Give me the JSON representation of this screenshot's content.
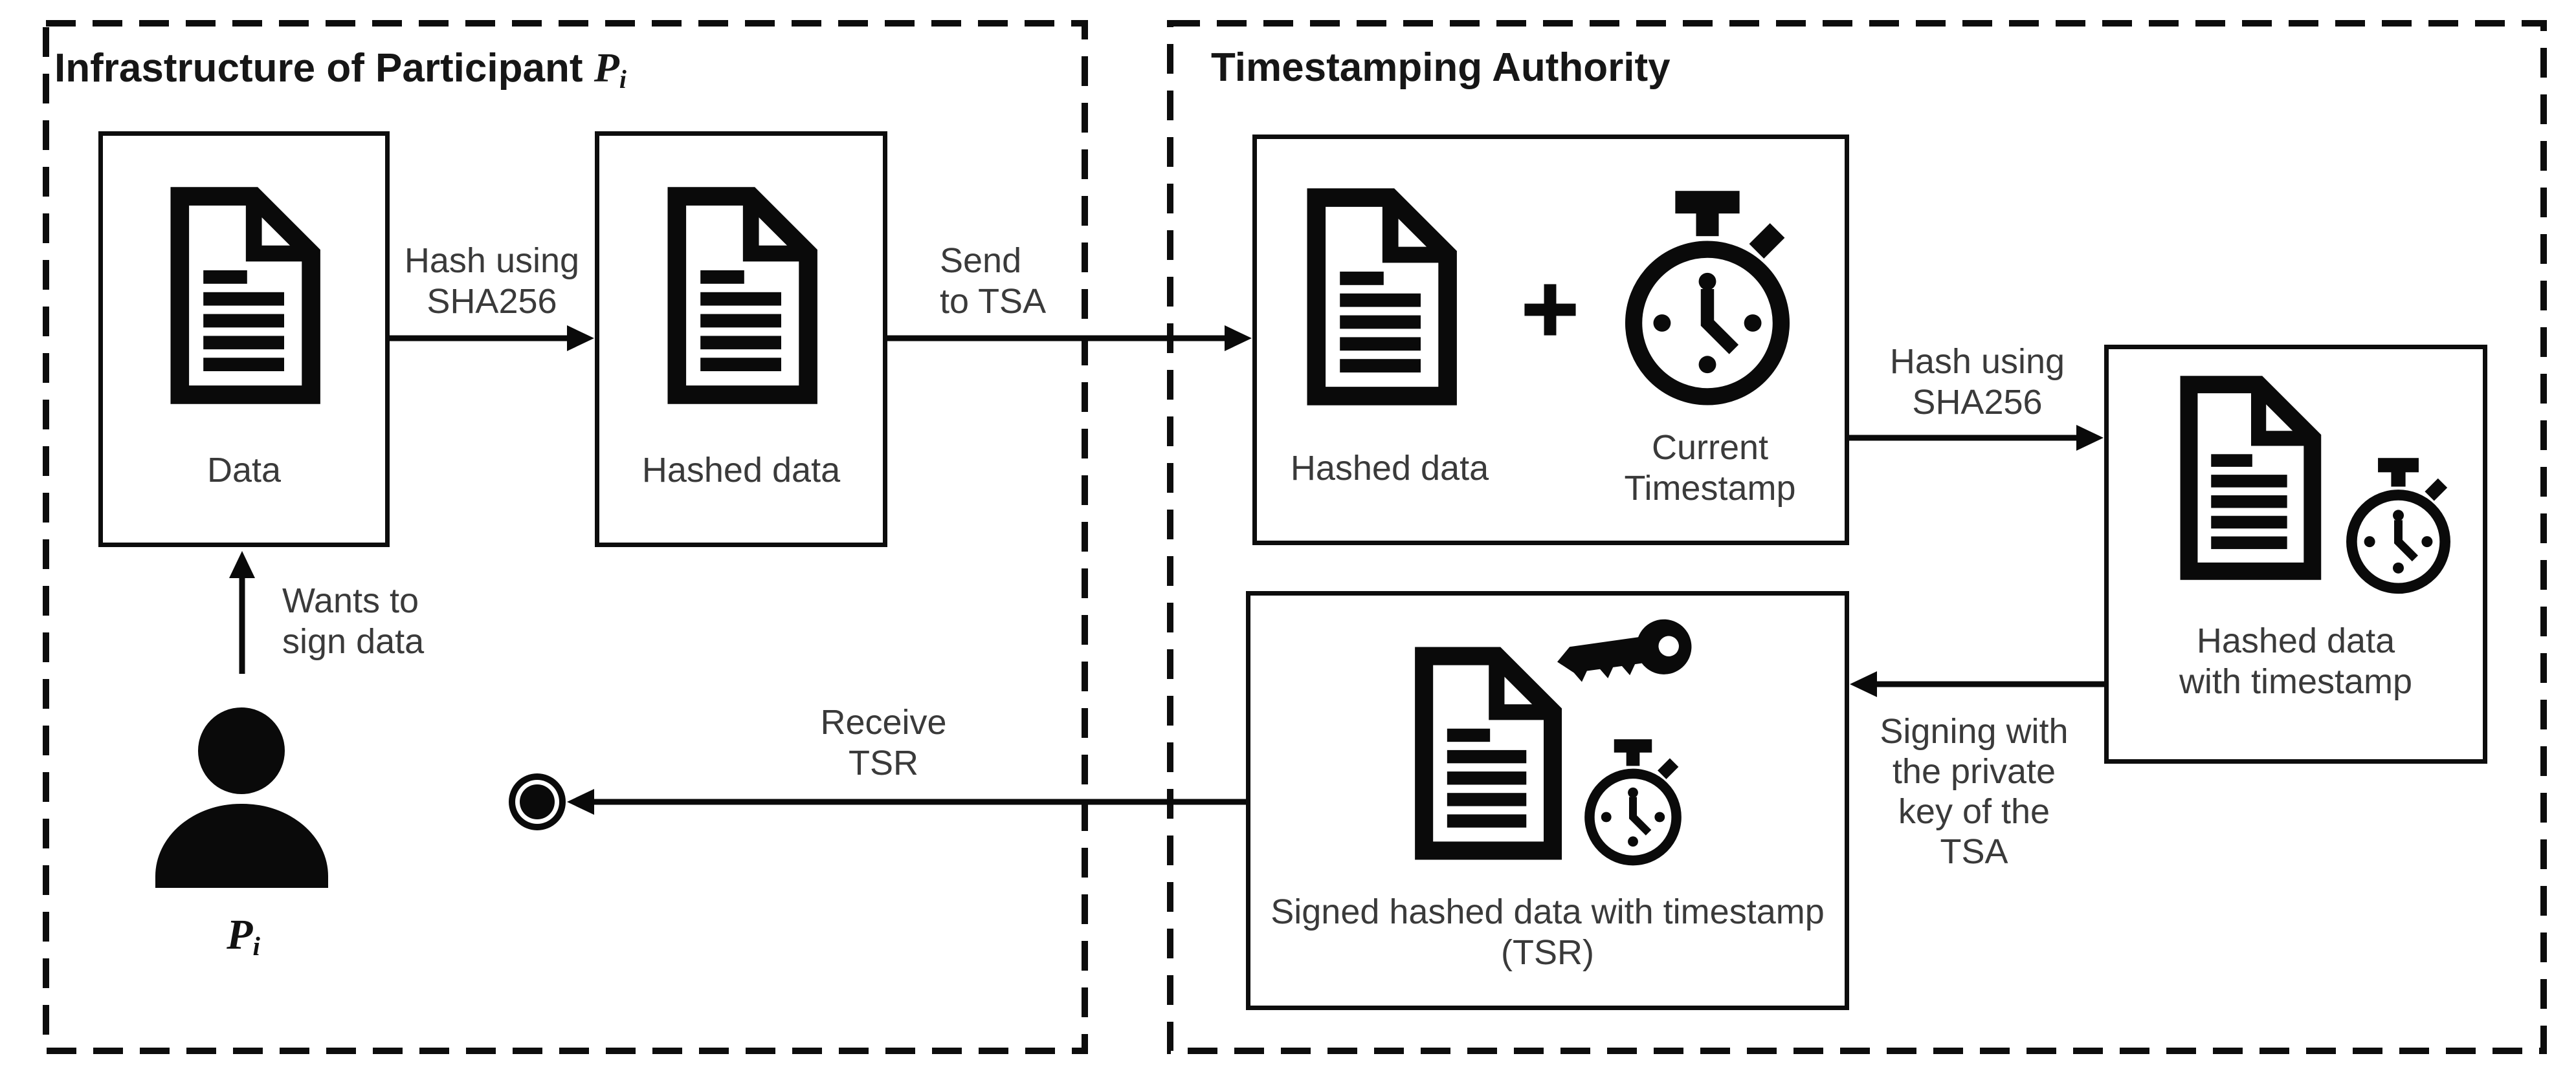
{
  "colors": {
    "ink": "#0a0a0a",
    "label": "#3a3a3a",
    "background": "#ffffff"
  },
  "participant": {
    "title_prefix": "Infrastructure of Participant",
    "symbol": {
      "base": "P",
      "sub": "i"
    },
    "nodes": {
      "data": {
        "label": "Data",
        "icon": "document-icon"
      },
      "hashed": {
        "label": "Hashed data",
        "icon": "document-icon"
      }
    },
    "actor": {
      "base": "P",
      "sub": "i",
      "icon": "person-icon"
    },
    "receive_point_icon": "bullseye-circle",
    "edge_labels": {
      "hash": {
        "l1": "Hash using",
        "l2": "SHA256"
      },
      "send": {
        "l1": "Send",
        "l2": "to TSA"
      },
      "wants": {
        "l1": "Wants to",
        "l2": "sign data"
      },
      "receive": {
        "l1": "Receive",
        "l2": "TSR"
      }
    }
  },
  "tsa": {
    "title": "Timestamping Authority",
    "nodes": {
      "combine": {
        "doc_label": "Hashed data",
        "plus_icon": "+",
        "doc_icon": "document-icon",
        "clock_icon": "stopwatch-icon",
        "ts_l1": "Current",
        "ts_l2": "Timestamp"
      },
      "hashed_ts": {
        "l1": "Hashed data",
        "l2": "with timestamp",
        "icons": [
          "document-icon",
          "stopwatch-icon"
        ]
      },
      "tsr": {
        "l1": "Signed hashed data with timestamp",
        "l2": "(TSR)",
        "icons": [
          "document-icon",
          "key-icon",
          "stopwatch-icon"
        ]
      }
    },
    "edge_labels": {
      "hash": {
        "l1": "Hash using",
        "l2": "SHA256"
      },
      "signing": {
        "l1": "Signing with",
        "l2": "the private",
        "l3": "key of the",
        "l4": "TSA"
      }
    }
  }
}
